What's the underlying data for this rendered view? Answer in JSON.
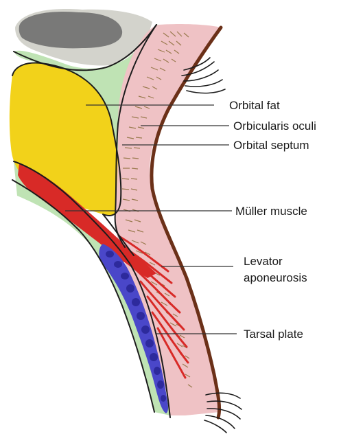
{
  "labels": {
    "orbital_fat": "Orbital fat",
    "orbicularis_oculi": "Orbicularis oculi",
    "orbital_septum": "Orbital septum",
    "muller_muscle": "Müller muscle",
    "levator_line1": "Levator",
    "levator_line2": "aponeurosis",
    "tarsal_plate": "Tarsal plate"
  },
  "colors": {
    "bone": "#6f6f6f",
    "periosteum": "#d3d3cc",
    "fat": "#f2d21a",
    "green_tissue": "#bfe3b4",
    "skin": "#efc2c5",
    "orbicularis_stroke": "#9a7a4e",
    "muscle": "#d82a27",
    "tarsus": "#4a47c9",
    "skin_edge": "#6b3018",
    "outline": "#1c1c1c"
  }
}
